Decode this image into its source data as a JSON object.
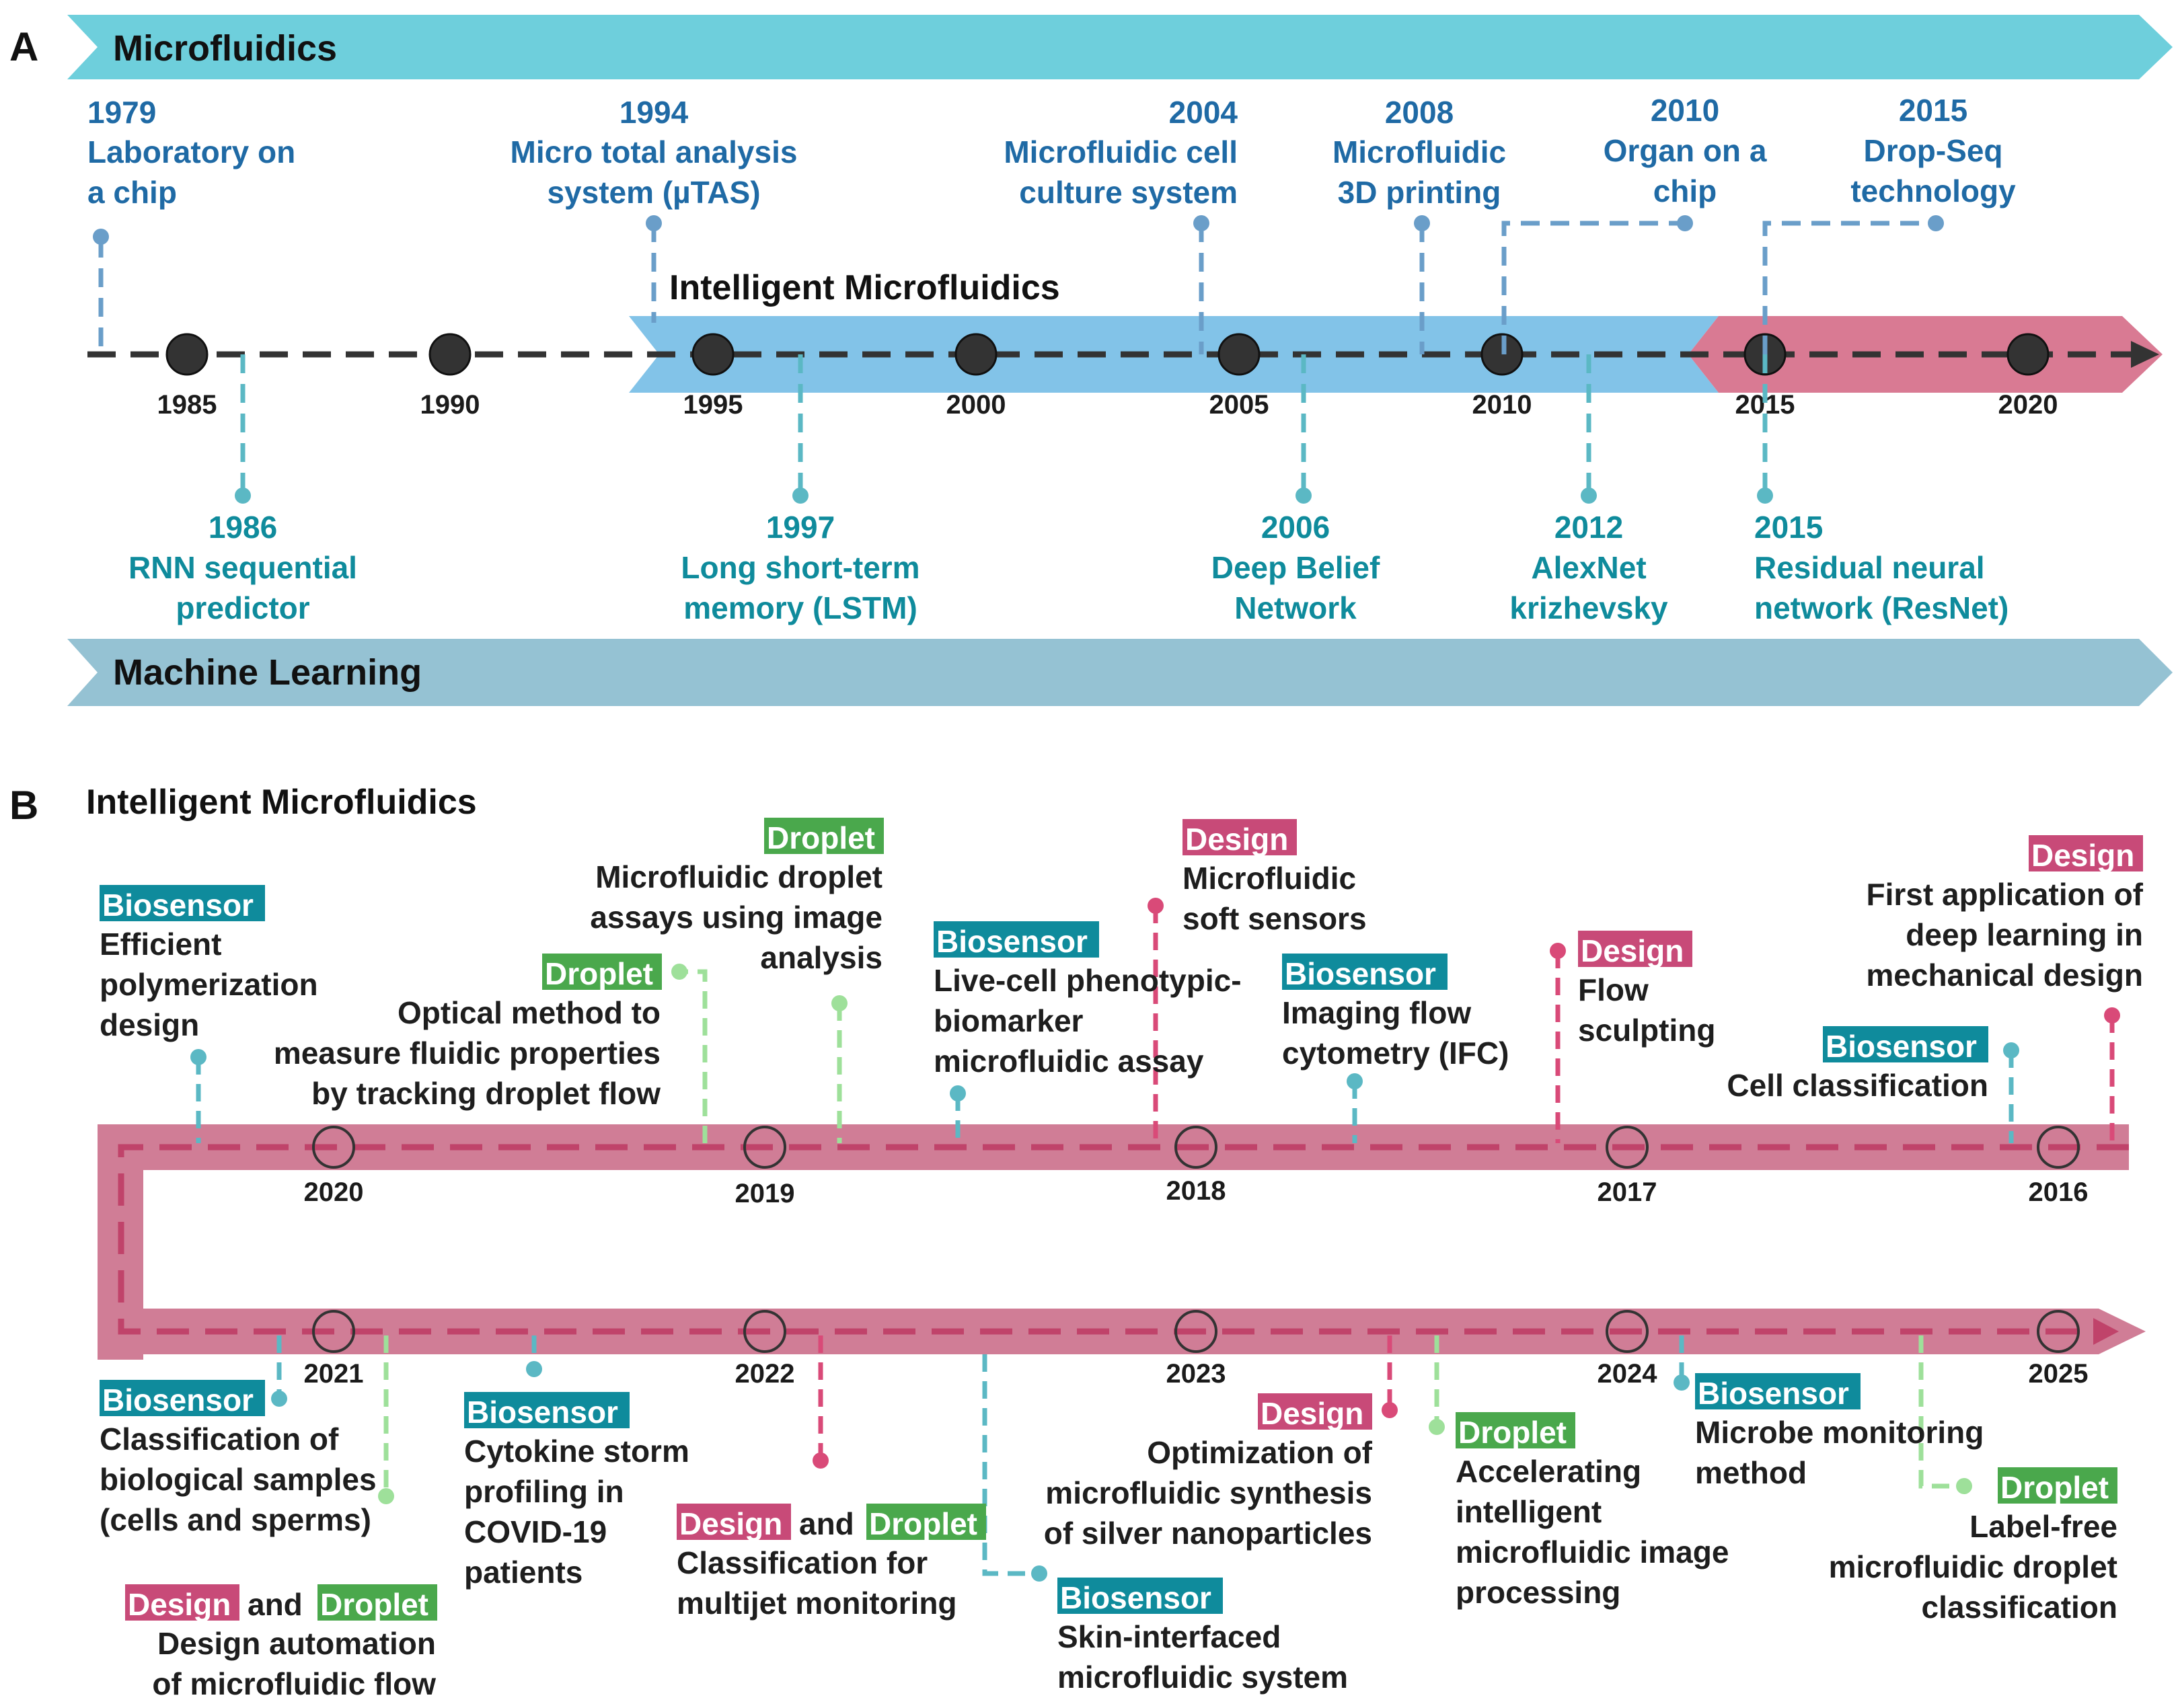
{
  "panel_a": {
    "label": "A",
    "top_band": "Microfluidics",
    "bottom_band": "Machine Learning",
    "mid_title": "Intelligent Microfluidics",
    "axis_years": [
      "1985",
      "1990",
      "1995",
      "2000",
      "2005",
      "2010",
      "2015",
      "2020"
    ],
    "microfluidics_events": [
      {
        "year": "1979",
        "lines": [
          "Laboratory on",
          "a chip"
        ]
      },
      {
        "year": "1994",
        "lines": [
          "Micro total analysis",
          "system (µTAS)"
        ]
      },
      {
        "year": "2004",
        "lines": [
          "Microfluidic cell",
          "culture system"
        ]
      },
      {
        "year": "2008",
        "lines": [
          "Microfluidic",
          "3D printing"
        ]
      },
      {
        "year": "2010",
        "lines": [
          "Organ on a",
          "chip"
        ]
      },
      {
        "year": "2015",
        "lines": [
          "Drop-Seq",
          "technology"
        ]
      }
    ],
    "ml_events": [
      {
        "year": "1986",
        "lines": [
          "RNN sequential",
          "predictor"
        ]
      },
      {
        "year": "1997",
        "lines": [
          "Long short-term",
          "memory (LSTM)"
        ]
      },
      {
        "year": "2006",
        "lines": [
          "Deep Belief",
          "Network"
        ]
      },
      {
        "year": "2012",
        "lines": [
          "AlexNet",
          "krizhevsky"
        ]
      },
      {
        "year": "2015",
        "lines": [
          "Residual neural",
          "network (ResNet)"
        ]
      }
    ]
  },
  "panel_b": {
    "label": "B",
    "title": "Intelligent Microfluidics",
    "years_top": [
      "2020",
      "2019",
      "2018",
      "2017",
      "2016"
    ],
    "years_bottom": [
      "2021",
      "2022",
      "2023",
      "2024",
      "2025"
    ],
    "tags": {
      "biosensor": "Biosensor",
      "droplet": "Droplet",
      "design": "Design",
      "and": "and"
    },
    "events": {
      "e1": [
        "Efficient",
        "polymerization",
        "design"
      ],
      "e2": [
        "Optical method to",
        "measure fluidic properties",
        "by tracking droplet flow"
      ],
      "e3": [
        "Microfluidic droplet",
        "assays using image",
        "analysis"
      ],
      "e4": [
        "Live-cell phenotypic-",
        "biomarker",
        "microfluidic assay"
      ],
      "e5": [
        "Microfluidic",
        "soft sensors"
      ],
      "e6": [
        "Imaging flow",
        "cytometry (IFC)"
      ],
      "e7": [
        "Flow",
        "sculpting"
      ],
      "e8": [
        "Cell classification"
      ],
      "e9": [
        "First application of",
        "deep learning in",
        "mechanical design"
      ],
      "e10": [
        "Classification of",
        "biological samples",
        "(cells and sperms)"
      ],
      "e11": [
        "Design automation",
        "of microfluidic flow"
      ],
      "e12": [
        "Cytokine storm",
        "profiling in",
        "COVID-19",
        "patients"
      ],
      "e13": [
        "Classification for",
        "multijet monitoring"
      ],
      "e14": [
        "Skin-interfaced",
        "microfluidic system"
      ],
      "e15": [
        "Optimization of",
        "microfluidic synthesis",
        "of silver nanoparticles"
      ],
      "e16": [
        "Accelerating",
        "intelligent",
        "microfluidic image",
        "processing"
      ],
      "e17": [
        "Microbe monitoring",
        "method"
      ],
      "e18": [
        "Label-free",
        "microfluidic droplet",
        "classification"
      ]
    }
  },
  "colors": {
    "top_band": "#6ecfdc",
    "bottom_band": "#95c2d3",
    "blue_band": "#82c3e8",
    "pink_band": "#d97a93",
    "pink_track": "#d07d96",
    "biosensor": "#0f8b9c",
    "droplet": "#4aa84c",
    "design": "#c84a78",
    "blue_text": "#1f6aa5",
    "teal_text": "#0f8b9c"
  }
}
